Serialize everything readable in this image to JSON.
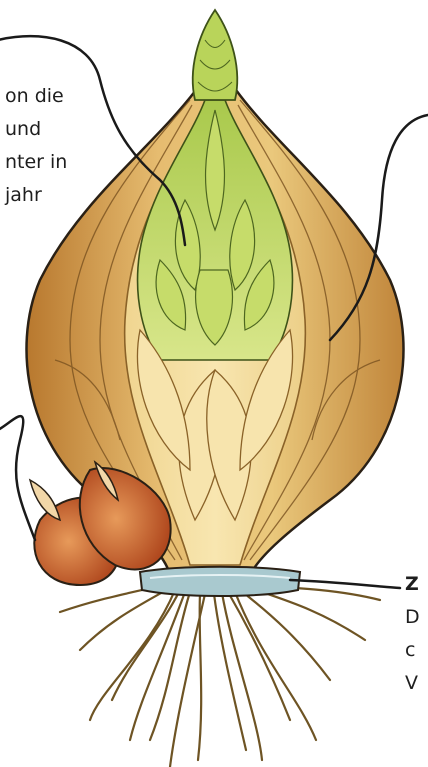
{
  "labels": {
    "top_left": [
      "on die",
      "und",
      "nter in",
      "jahr"
    ],
    "bottom_right": [
      "Z",
      "D",
      "c",
      "V"
    ]
  },
  "colors": {
    "outline": "#2a2015",
    "scale_light": "#f2dc9a",
    "scale_mid": "#e2b466",
    "scale_dark": "#b8782e",
    "bud_light": "#d6e77f",
    "bud_dark": "#8fb33a",
    "bulblet": "#c85c2c",
    "basal_plate": "#a9c9cf",
    "roots": "#6e5424"
  }
}
